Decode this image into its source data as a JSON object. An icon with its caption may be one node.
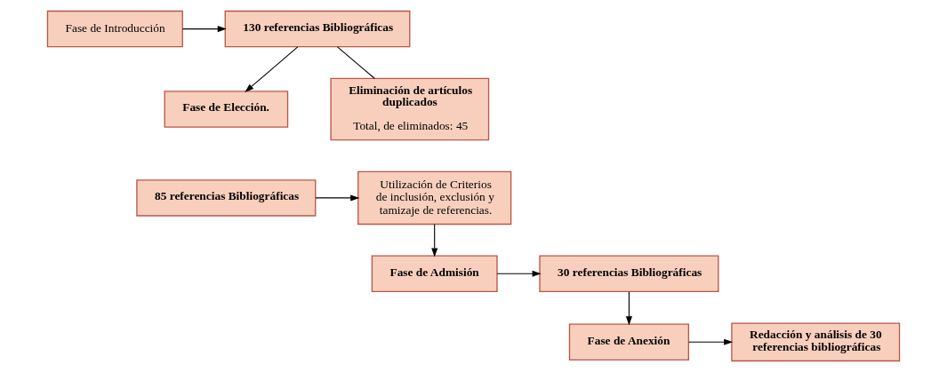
{
  "diagram": {
    "nodes": [
      {
        "text": [
          "Fase de Introducción"
        ]
      },
      {
        "text": [
          "130 referencias Bibliográficas"
        ]
      },
      {
        "text": [
          "Fase de Elección."
        ]
      },
      {
        "text": [
          "Eliminación de artículos duplicados",
          "Total, de eliminados: 45"
        ]
      },
      {
        "text": [
          "Utilización de Criterios de inclusión, exclusión y tamizaje de referencias."
        ]
      },
      {
        "text": [
          "85 referencias Bibliográficas"
        ]
      },
      {
        "text": [
          "Fase de Admisión"
        ]
      },
      {
        "text": [
          "30 referencias Bibliográficas"
        ]
      },
      {
        "text": [
          "Fase de Anexión"
        ]
      },
      {
        "text": [
          "Redacción y análisis de 30 referencias bibliográficas"
        ]
      }
    ],
    "edges": [
      {
        "from": 0,
        "to": 1,
        "arrow": "to"
      },
      {
        "from": 1,
        "to": 2,
        "arrow": "to"
      },
      {
        "from": 1,
        "to": 3,
        "arrow": "none"
      },
      {
        "from": 5,
        "to": 4,
        "arrow": "to"
      },
      {
        "from": 4,
        "to": 6,
        "arrow": "to"
      },
      {
        "from": 6,
        "to": 7,
        "arrow": "to"
      },
      {
        "from": 7,
        "to": 8,
        "arrow": "to"
      },
      {
        "from": 8,
        "to": 9,
        "arrow": "to"
      }
    ]
  }
}
